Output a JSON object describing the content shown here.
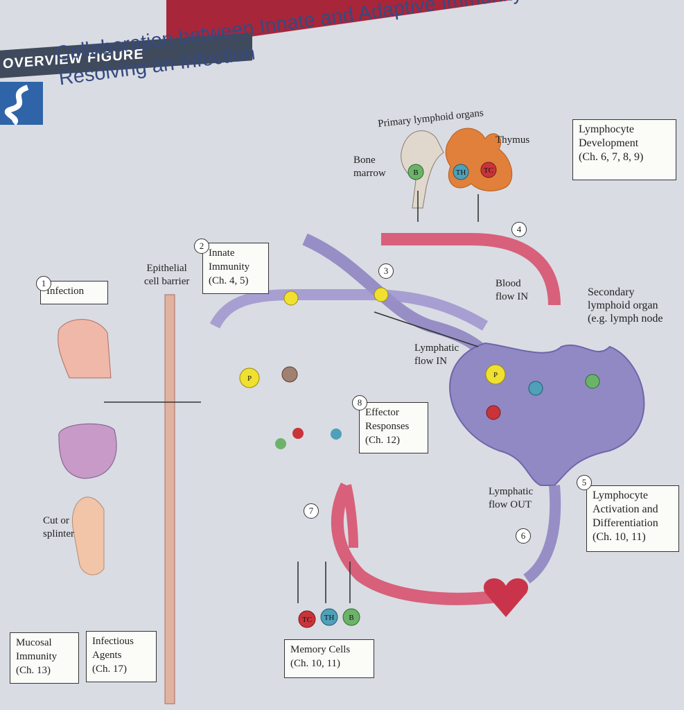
{
  "header": {
    "banner": "OVERVIEW FIGURE",
    "title_line1": "Collaboration between Innate and Adaptive Immunity in",
    "title_line2": "Resolving an Infection"
  },
  "labels": {
    "primary_organs": "Primary lymphoid organs",
    "bone_marrow_1": "Bone",
    "bone_marrow_2": "marrow",
    "thymus": "Thymus",
    "epithelial_1": "Epithelial",
    "epithelial_2": "cell barrier",
    "blood_flow_in_1": "Blood",
    "blood_flow_in_2": "flow IN",
    "lymphatic_in_1": "Lymphatic",
    "lymphatic_in_2": "flow IN",
    "secondary_1": "Secondary",
    "secondary_2": "lymphoid organ",
    "secondary_3": "(e.g. lymph node",
    "cut_1": "Cut or",
    "cut_2": "splinter",
    "lymphatic_out_1": "Lymphatic",
    "lymphatic_out_2": "flow OUT"
  },
  "boxes": {
    "lymphocyte_dev": [
      "Lymphocyte",
      "Development",
      "(Ch. 6, 7, 8, 9)"
    ],
    "infection": [
      "Infection"
    ],
    "innate": [
      "Innate",
      "Immunity",
      "(Ch. 4, 5)"
    ],
    "effector": [
      "Effector",
      "Responses",
      "(Ch. 12)"
    ],
    "activation": [
      "Lymphocyte",
      "Activation and",
      "Differentiation",
      "(Ch. 10, 11)"
    ],
    "mucosal": [
      "Mucosal",
      "Immunity",
      "(Ch. 13)"
    ],
    "infectious": [
      "Infectious",
      "Agents",
      "(Ch. 17)"
    ],
    "memory": [
      "Memory Cells",
      "(Ch. 10, 11)"
    ]
  },
  "steps": [
    "1",
    "2",
    "3",
    "4",
    "5",
    "6",
    "7",
    "8"
  ],
  "cells": {
    "B": "B",
    "TH": "TH",
    "TC": "TC",
    "P": "P"
  },
  "colors": {
    "blood": "#d8607a",
    "lymph": "#8a80c0",
    "node": "#9089c4",
    "bcell": "#6cb36a",
    "thcell": "#4fa0b8",
    "tccell": "#c8343a",
    "apc": "#f0e030"
  }
}
